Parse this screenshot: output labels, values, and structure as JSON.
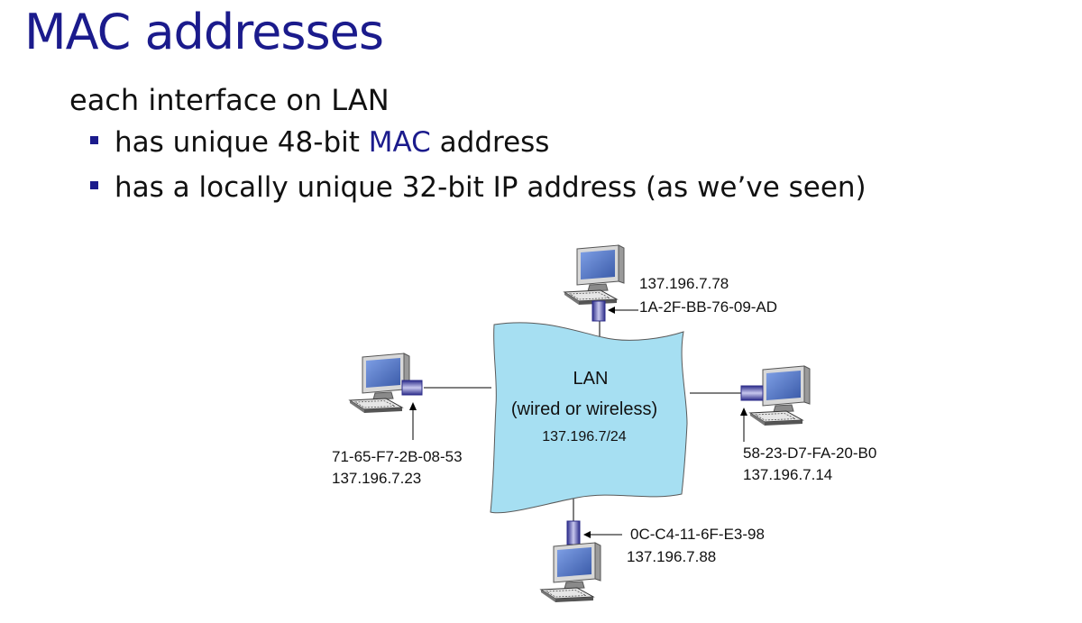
{
  "slide": {
    "title": "MAC addresses",
    "intro": "each interface on LAN",
    "bullets": [
      {
        "before": "has unique 48-bit ",
        "highlight": "MAC",
        "after": " address"
      },
      {
        "before": "has a locally unique 32-bit IP address (as we’ve seen)",
        "highlight": "",
        "after": ""
      }
    ]
  },
  "diagram": {
    "lan": {
      "title": "LAN",
      "subtitle": "(wired or wireless)",
      "subnet": "137.196.7/24"
    },
    "hosts": {
      "top": {
        "ip": "137.196.7.78",
        "mac": "1A-2F-BB-76-09-AD"
      },
      "left": {
        "mac": "71-65-F7-2B-08-53",
        "ip": "137.196.7.23"
      },
      "right": {
        "mac": "58-23-D7-FA-20-B0",
        "ip": "137.196.7.14"
      },
      "bottom": {
        "mac": "0C-C4-11-6F-E3-98",
        "ip": "137.196.7.88"
      }
    }
  },
  "colors": {
    "title": "#1b1b8c",
    "lan_fill": "#a6dff2",
    "adapter": "#4a4ab0",
    "screen": "#5a78c8"
  }
}
